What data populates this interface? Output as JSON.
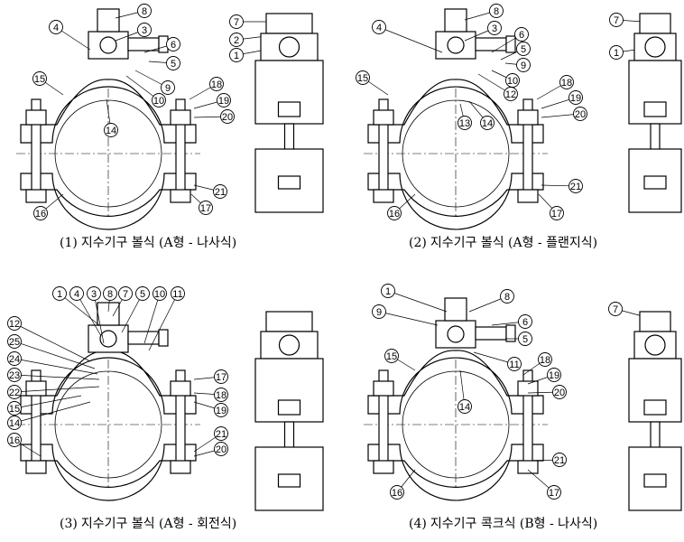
{
  "panels": [
    {
      "caption_num": "(1)",
      "caption": "지수기구 볼식 (A형 - 나사식)",
      "main_callouts": [
        "8",
        "4",
        "3",
        "6",
        "5",
        "9",
        "10",
        "14",
        "15",
        "18",
        "19",
        "20",
        "16",
        "21",
        "17"
      ],
      "side_callouts": [
        "7",
        "2",
        "1"
      ]
    },
    {
      "caption_num": "(2)",
      "caption": "지수기구 볼식 (A형 - 플랜지식)",
      "main_callouts": [
        "8",
        "4",
        "3",
        "6",
        "5",
        "9",
        "10",
        "12",
        "13",
        "14",
        "15",
        "18",
        "19",
        "20",
        "16",
        "21",
        "17"
      ],
      "side_callouts": [
        "7",
        "1"
      ]
    },
    {
      "caption_num": "(3)",
      "caption": "지수기구 볼식 (A형 - 회전식)",
      "main_callouts": [
        "1",
        "4",
        "3",
        "8",
        "7",
        "5",
        "10",
        "11",
        "12",
        "25",
        "24",
        "23",
        "22",
        "15",
        "14",
        "16",
        "17",
        "18",
        "19",
        "21",
        "20"
      ],
      "side_callouts": []
    },
    {
      "caption_num": "(4)",
      "caption": "지수기구 콕크식 (B형 - 나사식)",
      "main_callouts": [
        "1",
        "8",
        "9",
        "6",
        "5",
        "11",
        "14",
        "15",
        "18",
        "19",
        "20",
        "16",
        "21",
        "17"
      ],
      "side_callouts": [
        "7"
      ]
    }
  ]
}
